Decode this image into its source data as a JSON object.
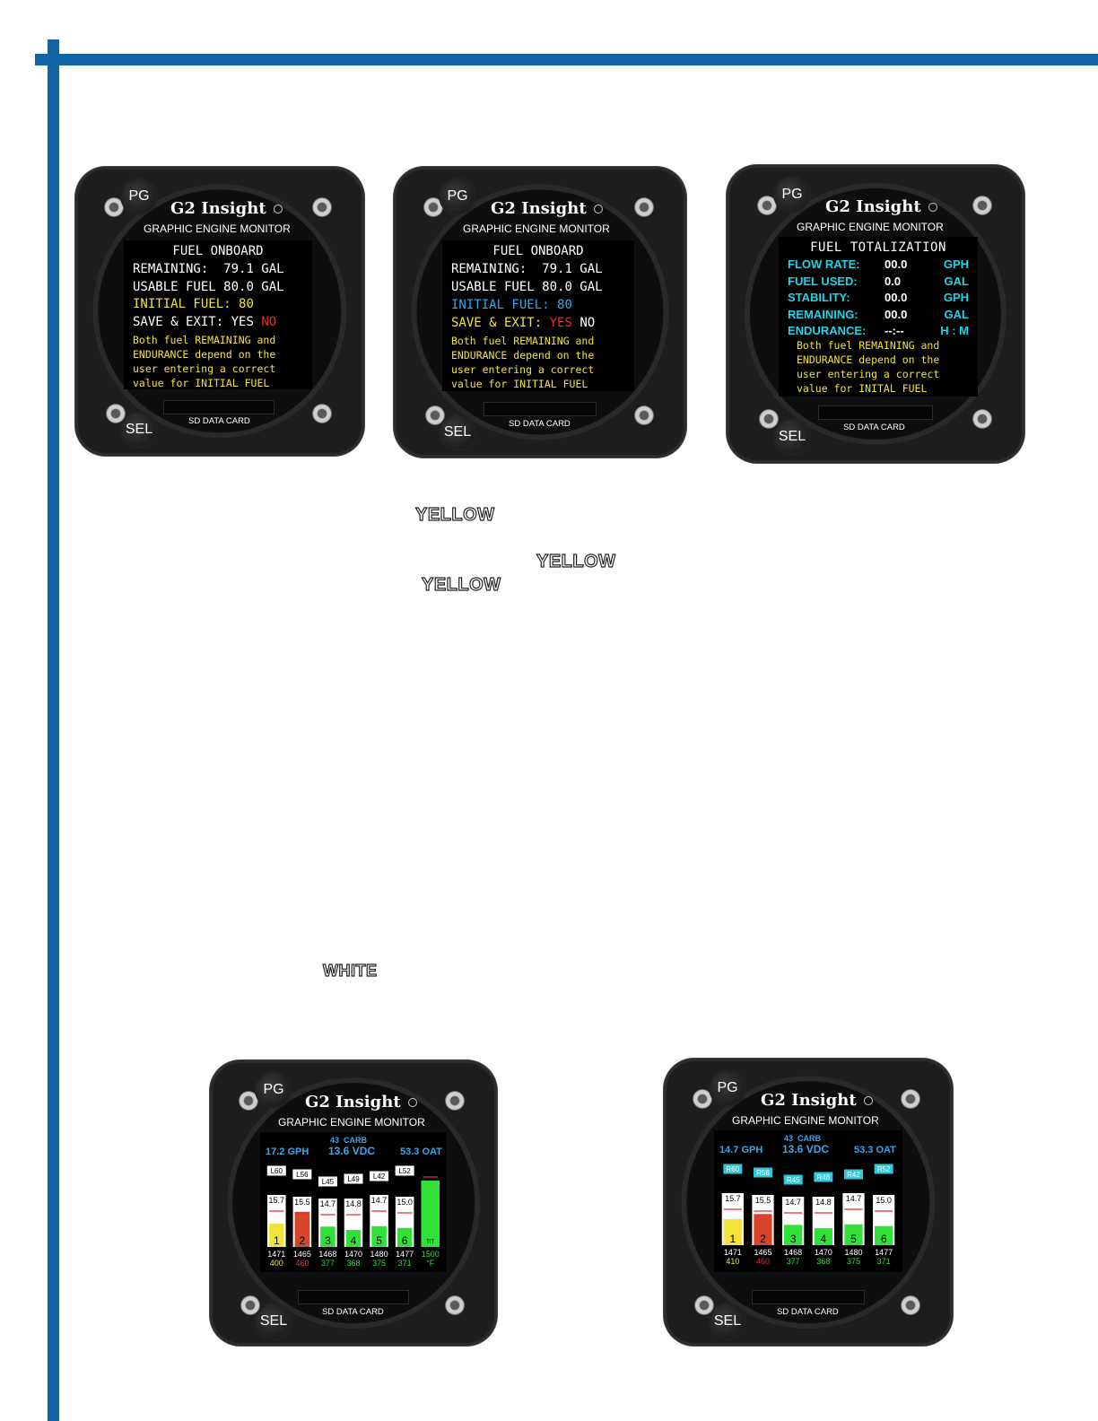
{
  "gauge_common": {
    "pg_label": "PG",
    "sel_label": "SEL",
    "brand": "G2 Insight",
    "subtitle": "GRAPHIC ENGINE MONITOR",
    "sd_label": "SD DATA CARD"
  },
  "gauge1": {
    "title": "FUEL ONBOARD",
    "remaining_label": "REMAINING:",
    "remaining_value": "79.1 GAL",
    "usable_label": "USABLE FUEL",
    "usable_value": "80.0 GAL",
    "initial_label": "INITIAL FUEL:",
    "initial_value": "80",
    "save_label": "SAVE & EXIT:",
    "save_yes": "YES",
    "save_no": "NO",
    "note": [
      "Both fuel REMAINING and",
      "ENDURANCE depend on the",
      "user entering a correct",
      "value for INITIAL FUEL"
    ]
  },
  "gauge2": {
    "title": "FUEL ONBOARD",
    "remaining_label": "REMAINING:",
    "remaining_value": "79.1 GAL",
    "usable_label": "USABLE FUEL",
    "usable_value": "80.0 GAL",
    "initial_label": "INITIAL FUEL:",
    "initial_value": "80",
    "save_label": "SAVE & EXIT:",
    "save_yes": "YES",
    "save_no": "NO",
    "note": [
      "Both fuel REMAINING and",
      "ENDURANCE depend on the",
      "user entering a correct",
      "value for INITIAL FUEL"
    ]
  },
  "gauge3": {
    "title": "FUEL TOTALIZATION",
    "rows": [
      {
        "label": "FLOW RATE:",
        "value": "00.0",
        "unit": "GPH"
      },
      {
        "label": "FUEL USED:",
        "value": "0.0",
        "unit": "GAL"
      },
      {
        "label": "STABILITY:",
        "value": "00.0",
        "unit": "GPH"
      },
      {
        "label": "REMAINING:",
        "value": "00.0",
        "unit": "GAL"
      },
      {
        "label": "ENDURANCE:",
        "value": "--:--",
        "unit": "H : M"
      }
    ],
    "note": [
      "Both fuel REMAINING and",
      "ENDURANCE depend on the",
      "user entering a correct",
      "value for INITAL FUEL"
    ]
  },
  "text_labels": {
    "yellow1": "YELLOW",
    "yellow2": "YELLOW",
    "yellow3": "YELLOW",
    "white": "WHITE"
  },
  "gauge4": {
    "gph": "17.2 GPH",
    "carb_num": "43",
    "carb_label": "CARB",
    "vdc": "13.6 VDC",
    "oat": "53.3 OAT",
    "cylinders": [
      {
        "tag": "L60",
        "top": "15.7",
        "num": "1",
        "egt": "1471",
        "cht": "400",
        "fill": 0.45,
        "color": "#f1e23c",
        "cht_color": "#f1e23c"
      },
      {
        "tag": "L56",
        "top": "15.5",
        "num": "2",
        "egt": "1465",
        "cht": "460",
        "fill": 0.7,
        "color": "#d8432a",
        "cht_color": "#e82c2c"
      },
      {
        "tag": "L45",
        "top": "14.7",
        "num": "3",
        "egt": "1468",
        "cht": "377",
        "fill": 0.42,
        "color": "#32e03a",
        "cht_color": "#32e03a"
      },
      {
        "tag": "L49",
        "top": "14.8",
        "num": "4",
        "egt": "1470",
        "cht": "368",
        "fill": 0.35,
        "color": "#32e03a",
        "cht_color": "#32e03a"
      },
      {
        "tag": "L42",
        "top": "14.7",
        "num": "5",
        "egt": "1480",
        "cht": "375",
        "fill": 0.4,
        "color": "#32e03a",
        "cht_color": "#32e03a"
      },
      {
        "tag": "L52",
        "top": "15.0",
        "num": "6",
        "egt": "1477",
        "cht": "371",
        "fill": 0.38,
        "color": "#32e03a",
        "cht_color": "#32e03a"
      }
    ],
    "tit": {
      "egt": "1500",
      "unit": "°F",
      "label": "TIT",
      "fill": 1.0
    }
  },
  "gauge5": {
    "gph": "14.7 GPH",
    "carb_num": "43",
    "carb_label": "CARB",
    "vdc": "13.6 VDC",
    "oat": "53.3 OAT",
    "cylinders": [
      {
        "tag": "R60",
        "top": "15.7",
        "num": "1",
        "egt": "1471",
        "cht": "410",
        "fill": 0.5,
        "color": "#f1e23c",
        "cht_color": "#f1e23c"
      },
      {
        "tag": "R56",
        "top": "15.5",
        "num": "2",
        "egt": "1465",
        "cht": "460",
        "fill": 0.62,
        "color": "#d8432a",
        "cht_color": "#e82c2c"
      },
      {
        "tag": "R45",
        "top": "14.7",
        "num": "3",
        "egt": "1468",
        "cht": "377",
        "fill": 0.42,
        "color": "#32e03a",
        "cht_color": "#32e03a"
      },
      {
        "tag": "R48",
        "top": "14.8",
        "num": "4",
        "egt": "1470",
        "cht": "368",
        "fill": 0.35,
        "color": "#32e03a",
        "cht_color": "#32e03a"
      },
      {
        "tag": "R42",
        "top": "14.7",
        "num": "5",
        "egt": "1480",
        "cht": "375",
        "fill": 0.4,
        "color": "#32e03a",
        "cht_color": "#32e03a"
      },
      {
        "tag": "R52",
        "top": "15.0",
        "num": "6",
        "egt": "1477",
        "cht": "371",
        "fill": 0.38,
        "color": "#32e03a",
        "cht_color": "#32e03a"
      }
    ]
  }
}
